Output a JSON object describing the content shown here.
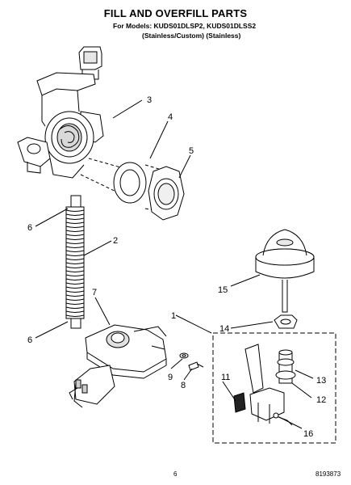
{
  "header": {
    "title": "FILL AND OVERFILL PARTS",
    "models_line": "For Models: KUDS01DLSP2, KUDS01DLSS2",
    "variants_line": "(Stainless/Custom)  (Stainless)"
  },
  "callouts": [
    "1",
    "2",
    "3",
    "4",
    "5",
    "6",
    "6",
    "7",
    "8",
    "9",
    "11",
    "12",
    "13",
    "14",
    "15",
    "16"
  ],
  "footer": {
    "page_number": "6",
    "part_number": "8193873"
  }
}
